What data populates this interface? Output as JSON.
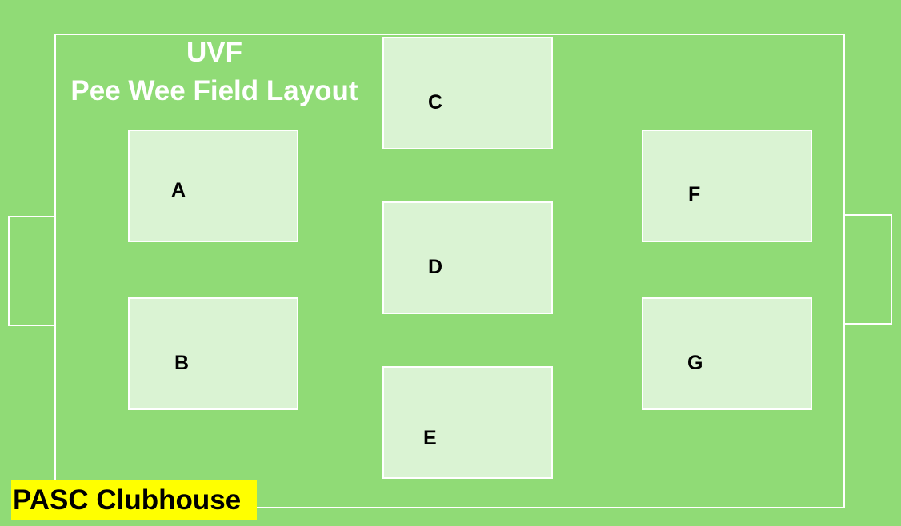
{
  "title": {
    "line1": "UVF",
    "line2": "Pee Wee Field Layout"
  },
  "fields": [
    {
      "id": "A",
      "label": "A"
    },
    {
      "id": "B",
      "label": "B"
    },
    {
      "id": "C",
      "label": "C"
    },
    {
      "id": "D",
      "label": "D"
    },
    {
      "id": "E",
      "label": "E"
    },
    {
      "id": "F",
      "label": "F"
    },
    {
      "id": "G",
      "label": "G"
    }
  ],
  "clubhouse": {
    "label": "PASC Clubhouse"
  },
  "colors": {
    "grass": "#90db76",
    "subfield": "#daf3d3",
    "lines": "#ffffff",
    "clubhouse_highlight": "#ffff00"
  }
}
